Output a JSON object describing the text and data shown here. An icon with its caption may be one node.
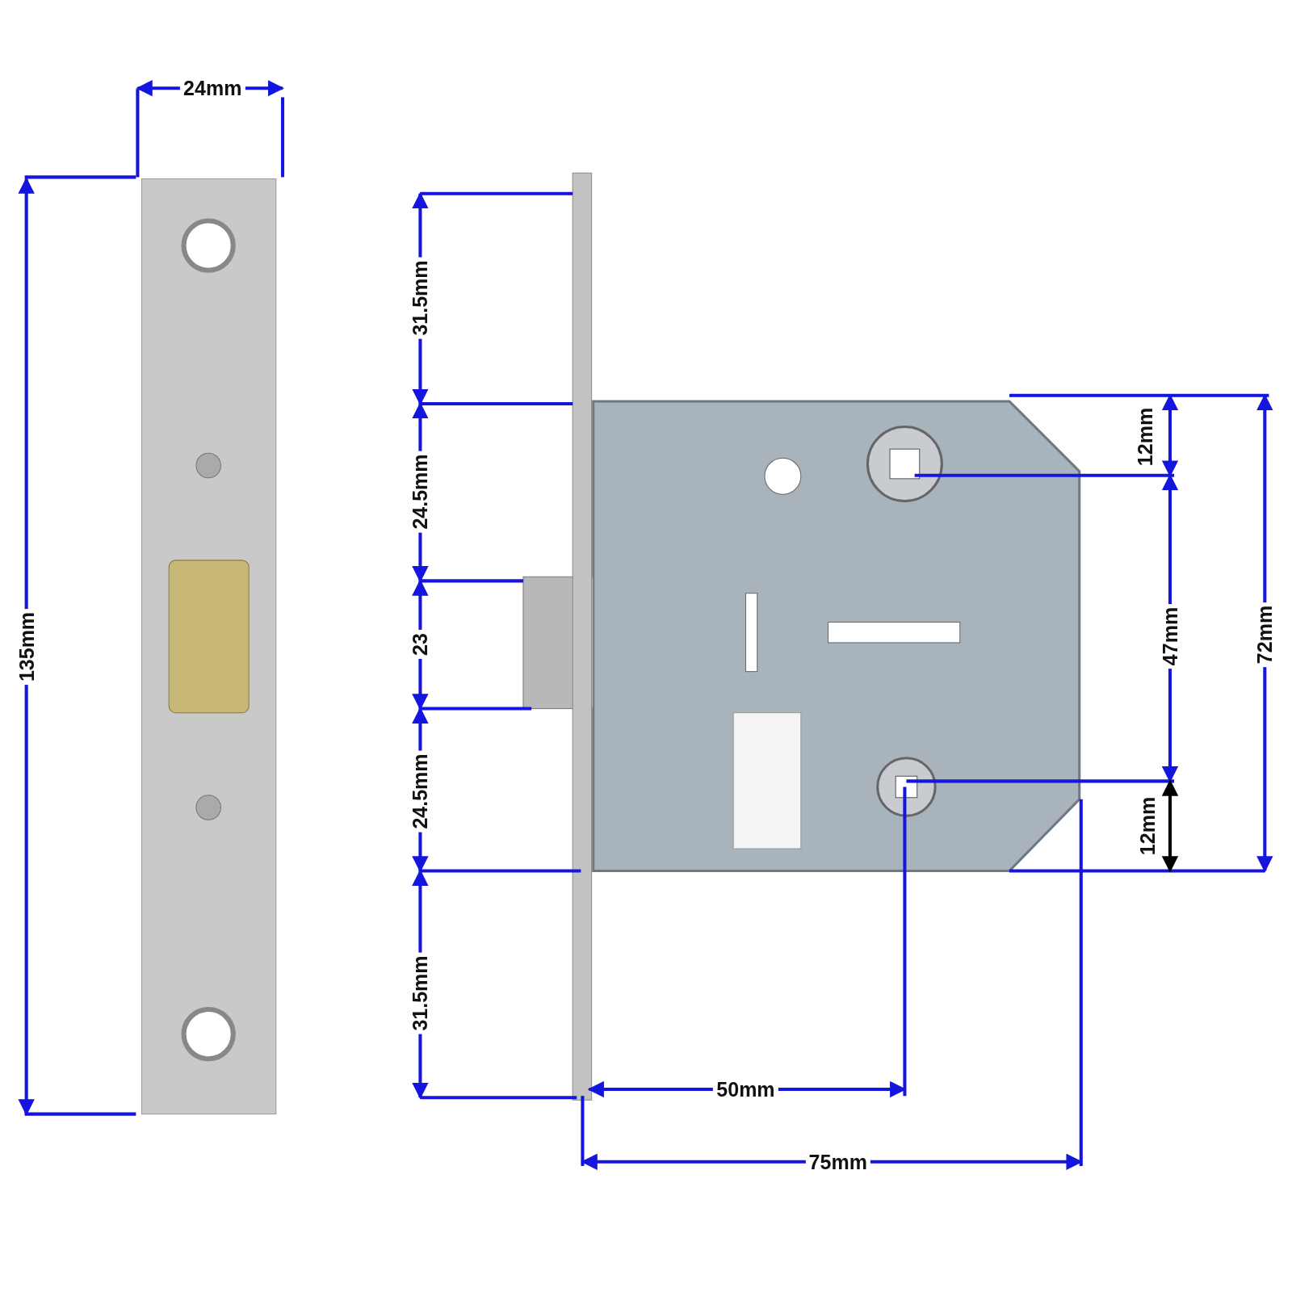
{
  "diagram": {
    "labels": [
      "24mm",
      "31.5mm",
      "12mm",
      "24.5mm",
      "47mm",
      "72mm",
      "135mm",
      "23",
      "24.5mm",
      "12mm",
      "31.5mm",
      "50mm",
      "75mm"
    ]
  }
}
